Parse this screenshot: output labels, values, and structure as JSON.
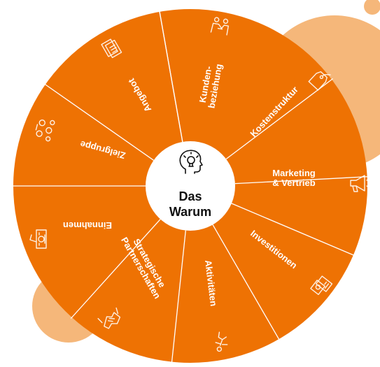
{
  "center": {
    "line1": "Das",
    "line2": "Warum",
    "icon": "lightbulb-head-icon"
  },
  "segments": [
    {
      "id": "kundenbeziehung",
      "lines": [
        "Kunden-",
        "beziehung"
      ],
      "icon": "people-handshake-icon"
    },
    {
      "id": "kostenstruktur",
      "lines": [
        "Kostenstruktur"
      ],
      "icon": "price-tag-icon"
    },
    {
      "id": "marketing",
      "lines": [
        "Marketing",
        "& Vertrieb"
      ],
      "icon": "megaphone-icon"
    },
    {
      "id": "investitionen",
      "lines": [
        "Investitionen"
      ],
      "icon": "money-documents-icon"
    },
    {
      "id": "aktivitaeten",
      "lines": [
        "Aktivitäten"
      ],
      "icon": "running-person-icon"
    },
    {
      "id": "partnerschaften",
      "lines": [
        "Strategische",
        "Partnerschaften"
      ],
      "icon": "handshake-icon"
    },
    {
      "id": "einnahmen",
      "lines": [
        "Einnahmen"
      ],
      "icon": "cash-register-icon"
    },
    {
      "id": "zielgruppe",
      "lines": [
        "Zielgruppe"
      ],
      "icon": "group-icon"
    },
    {
      "id": "angebot",
      "lines": [
        "Angebot"
      ],
      "icon": "document-stack-icon"
    }
  ],
  "colors": {
    "segment": "#EE7203",
    "divider": "#FFFFFF",
    "accent_circle": "#F5B77A",
    "center": "#FFFFFF",
    "center_text": "#111111"
  }
}
